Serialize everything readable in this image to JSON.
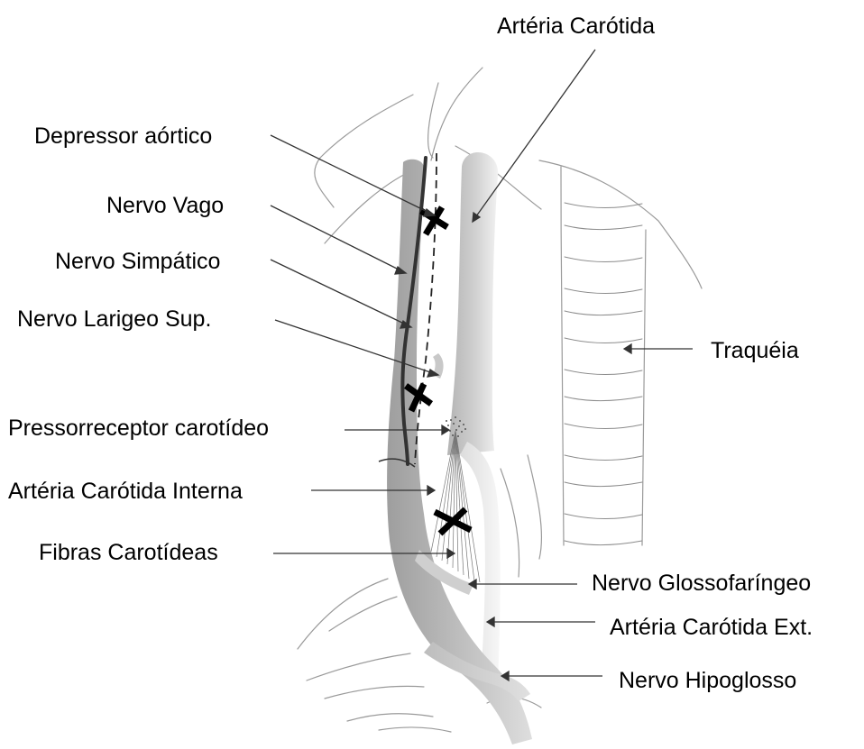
{
  "labels": {
    "arteria_carotida": "Artéria Carótida",
    "depressor_aortico": "Depressor aórtico",
    "nervo_vago": "Nervo Vago",
    "nervo_simpatico": "Nervo Simpático",
    "nervo_larigeo_sup": "Nervo Larigeo Sup.",
    "traqueia": "Traquéia",
    "pressorreceptor": "Pressorreceptor carotídeo",
    "carotida_interna": "Artéria Carótida Interna",
    "fibras_carotideas": "Fibras Carotídeas",
    "nervo_glossofaringeo": "Nervo Glossofaríngeo",
    "carotida_ext": "Artéria Carótida Ext.",
    "nervo_hipoglosso": "Nervo Hipoglosso"
  },
  "colors": {
    "text": "#000000",
    "outline": "#8c8c8c",
    "vessel_dark": "#a6a6a6",
    "vessel_light": "#e6e6e6",
    "nerve": "#333333",
    "cut_mark": "#000000"
  }
}
